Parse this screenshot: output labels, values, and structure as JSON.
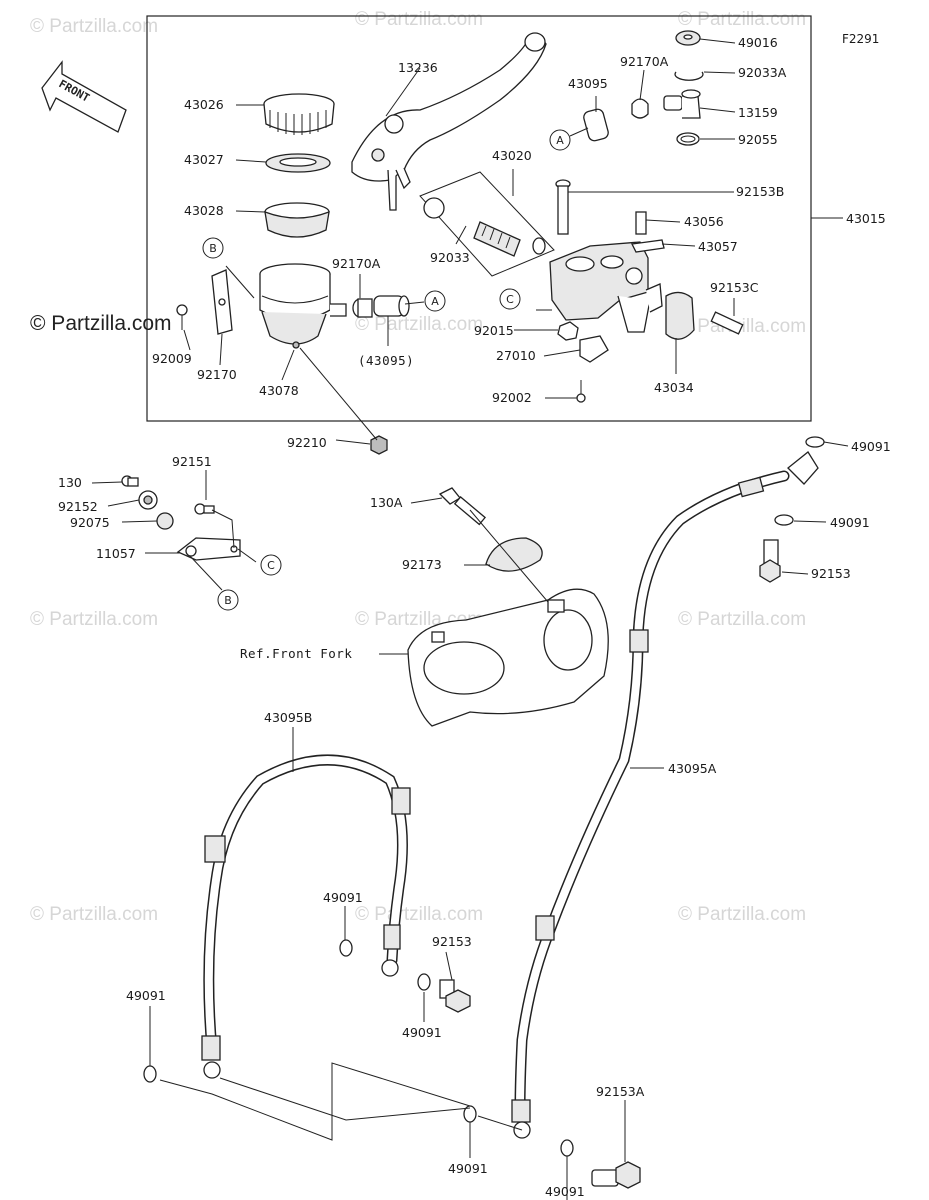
{
  "diagram": {
    "figure_code": "F2291",
    "front_label": "FRONT",
    "ref_label": "Ref.Front Fork",
    "watermark": "© Partzilla.com",
    "side_watermark": "© Partzilla.com",
    "ref_markers": [
      "A",
      "B",
      "C"
    ],
    "part_labels": {
      "p13236": "13236",
      "p43026": "43026",
      "p43027": "43027",
      "p43028": "43028",
      "p43095": "43095",
      "p92170A_top": "92170A",
      "p49016": "49016",
      "p92033A": "92033A",
      "p13159": "13159",
      "p92055": "92055",
      "p43020": "43020",
      "p92153B": "92153B",
      "p43056": "43056",
      "p43057": "43057",
      "p43015": "43015",
      "p92033": "92033",
      "p92170A_mid": "92170A",
      "p43095_paren": "(43095)",
      "p92153C": "92153C",
      "p92015": "92015",
      "p27010": "27010",
      "p92002": "92002",
      "p43034": "43034",
      "p92009": "92009",
      "p92170": "92170",
      "p43078": "43078",
      "p92210": "92210",
      "p49091_a": "49091",
      "p49091_b": "49091",
      "p92153_a": "92153",
      "p130": "130",
      "p92152": "92152",
      "p92075": "92075",
      "p11057": "11057",
      "p92151": "92151",
      "p130A": "130A",
      "p92173": "92173",
      "p43095B": "43095B",
      "p43095A": "43095A",
      "p49091_c": "49091",
      "p92153_b": "92153",
      "p49091_d": "49091",
      "p49091_e": "49091",
      "p49091_f": "49091",
      "p49091_g": "49091",
      "p92153A": "92153A"
    }
  }
}
